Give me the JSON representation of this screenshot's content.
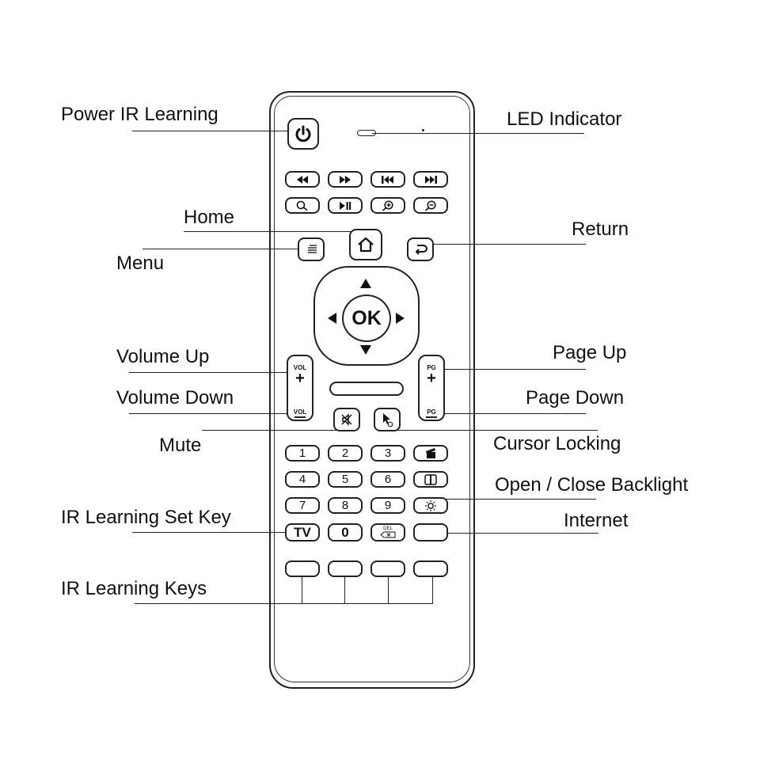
{
  "labels": {
    "power": "Power IR Learning",
    "led": "LED Indicator",
    "home": "Home",
    "return": "Return",
    "menu": "Menu",
    "volume_up": "Volume Up",
    "page_up": "Page Up",
    "volume_down": "Volume Down",
    "page_down": "Page Down",
    "mute": "Mute",
    "cursor_locking": "Cursor Locking",
    "backlight": "Open / Close Backlight",
    "ir_set_key": "IR Learning Set Key",
    "internet": "Internet",
    "ir_keys": "IR Learning Keys"
  },
  "remote": {
    "ok": "OK",
    "vol_caption": "VOL",
    "vol_plus": "+",
    "pg_caption": "PG",
    "pg_plus": "+",
    "numbers": [
      "1",
      "2",
      "3",
      "4",
      "5",
      "6",
      "7",
      "8",
      "9"
    ],
    "tv": "TV",
    "zero": "0",
    "del": "DEL"
  }
}
